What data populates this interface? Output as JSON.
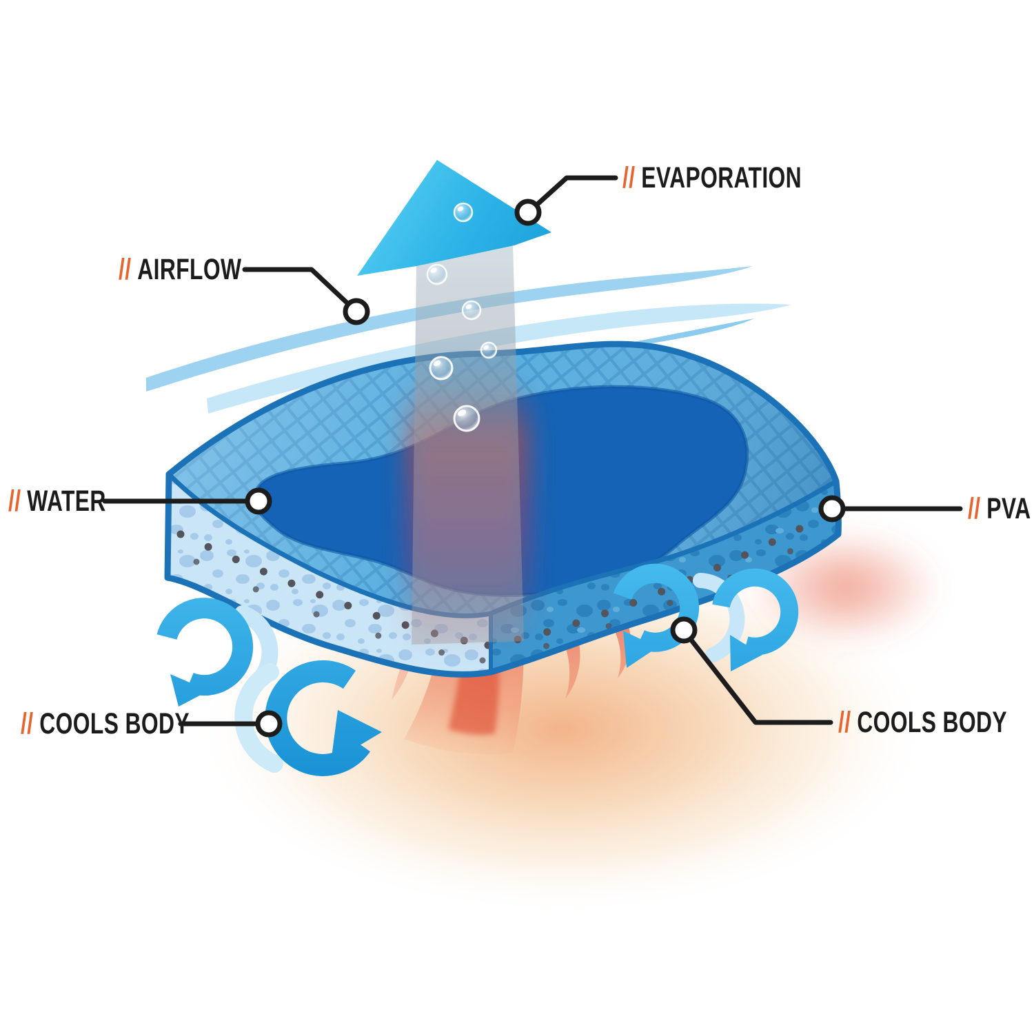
{
  "diagram": {
    "labels": {
      "evaporation": {
        "slashes": "//",
        "text": "EVAPORATION"
      },
      "airflow": {
        "slashes": "//",
        "text": "AIRFLOW"
      },
      "water": {
        "slashes": "//",
        "text": "WATER"
      },
      "pva": {
        "slashes": "//",
        "text": "PVA"
      },
      "cools_body_left": {
        "slashes": "//",
        "text": "COOLS BODY"
      },
      "cools_body_right": {
        "slashes": "//",
        "text": "COOLS BODY"
      }
    },
    "colors": {
      "accent_orange": "#E8632D",
      "label_text": "#1C1C1C",
      "connector": "#1C1C1C",
      "arrow_cyan": "#2FB3E8",
      "swirl_blue": "#2199E0",
      "airflow_wave": "#9DD2F0",
      "towel_mesh": "#58AEE0",
      "towel_front": "#C9E5F6",
      "towel_side": "#3E98D0",
      "towel_outline": "#1C72B6",
      "water_pool": "#1463B6",
      "heat_red": "#E2503A",
      "heat_peach": "#F6D0AC"
    }
  }
}
